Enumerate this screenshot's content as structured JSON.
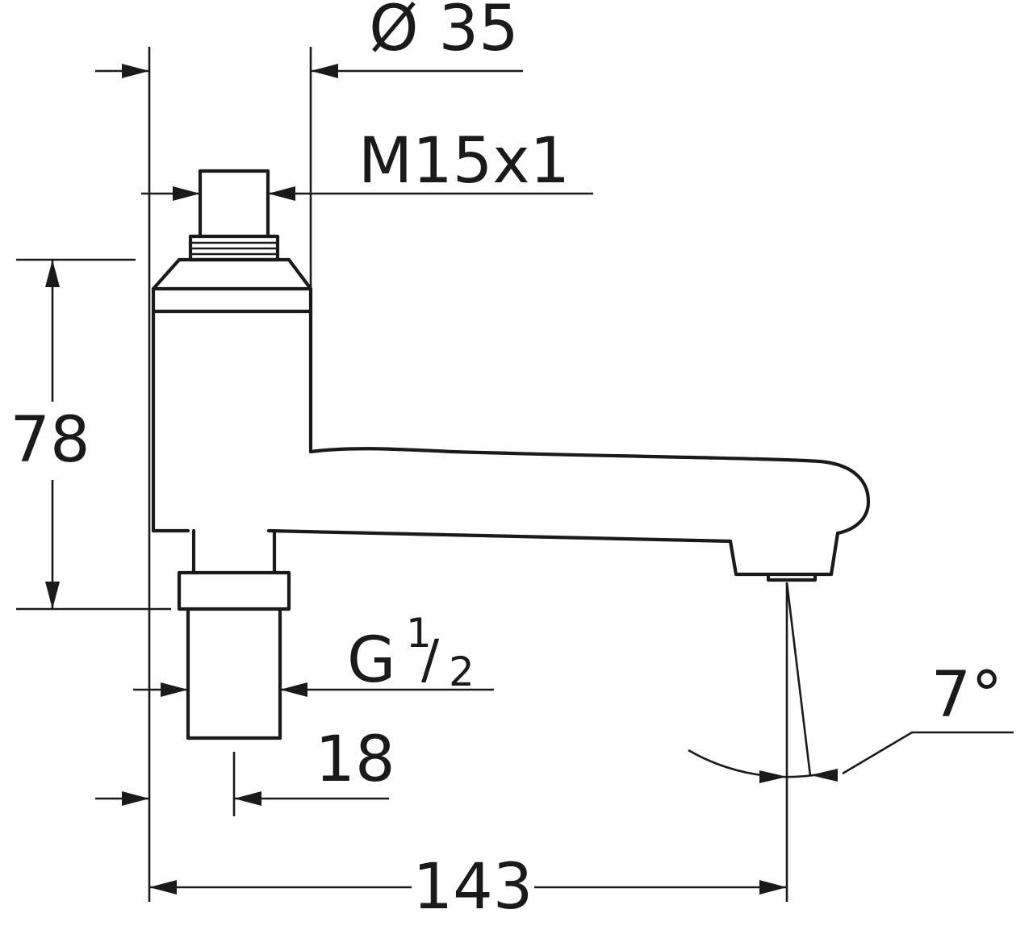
{
  "page": {
    "background_color": "#ffffff",
    "line_color": "#1a1a1a"
  },
  "drawing": {
    "kind": "technical-dimension-drawing",
    "subject": "bath spout side elevation with thread and installation dimensions",
    "dimensions": {
      "diameter": {
        "label": "Ø 35"
      },
      "top_thread": {
        "label": "M15x1"
      },
      "height": {
        "label": "78"
      },
      "inlet_thread": {
        "label": "G 1/2",
        "parts": {
          "g": "G",
          "numerator": "1",
          "slash": "/",
          "denominator": "2"
        }
      },
      "offset": {
        "label": "18"
      },
      "angle": {
        "label": "7°"
      },
      "projection": {
        "label": "143"
      }
    }
  }
}
